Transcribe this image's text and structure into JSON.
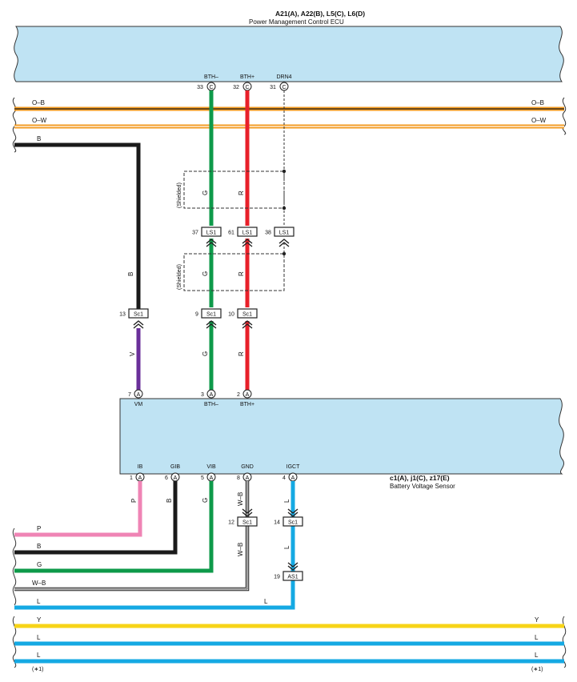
{
  "ecu": {
    "title": "A21(A), A22(B), L5(C), L6(D)",
    "subtitle": "Power Management Control ECU",
    "fill": "#bfe3f3",
    "pins": [
      {
        "num": "33",
        "conn": "C",
        "name": "BTH–"
      },
      {
        "num": "32",
        "conn": "C",
        "name": "BTH+"
      },
      {
        "num": "31",
        "conn": "C",
        "name": "DRN4"
      }
    ]
  },
  "sensor": {
    "title": "c1(A), j1(C), z17(E)",
    "subtitle": "Battery Voltage Sensor",
    "top_pins": [
      {
        "num": "7",
        "conn": "A",
        "name": "VM"
      },
      {
        "num": "3",
        "conn": "A",
        "name": "BTH–"
      },
      {
        "num": "2",
        "conn": "A",
        "name": "BTH+"
      }
    ],
    "bottom_pins": [
      {
        "num": "1",
        "conn": "A",
        "name": "IB"
      },
      {
        "num": "6",
        "conn": "A",
        "name": "GIB"
      },
      {
        "num": "5",
        "conn": "A",
        "name": "VIB"
      },
      {
        "num": "8",
        "conn": "A",
        "name": "GND"
      },
      {
        "num": "4",
        "conn": "A",
        "name": "IGCT"
      }
    ]
  },
  "connectors": [
    {
      "num": "37",
      "label": "LS1"
    },
    {
      "num": "61",
      "label": "LS1"
    },
    {
      "num": "38",
      "label": "LS1"
    },
    {
      "num": "13",
      "label": "Sc1"
    },
    {
      "num": "9",
      "label": "Sc1"
    },
    {
      "num": "10",
      "label": "Sc1"
    },
    {
      "num": "12",
      "label": "Sc1"
    },
    {
      "num": "14",
      "label": "Sc1"
    },
    {
      "num": "19",
      "label": "AS1"
    }
  ],
  "shield_label": "(Shielded)",
  "wire_labels": {
    "ob": "O–B",
    "ow": "O–W",
    "b": "B",
    "g": "G",
    "r": "R",
    "v": "V",
    "p": "P",
    "wb": "W–B",
    "l": "L",
    "y": "Y"
  },
  "footnote": "(∗1)",
  "colors": {
    "black": "#1a1a1a",
    "green": "#0e9a4a",
    "red": "#e8202a",
    "violet": "#6a2f9a",
    "pink": "#ef84b5",
    "blue": "#15a9e3",
    "yellow": "#f7d417",
    "orange": "#f39a1f"
  }
}
